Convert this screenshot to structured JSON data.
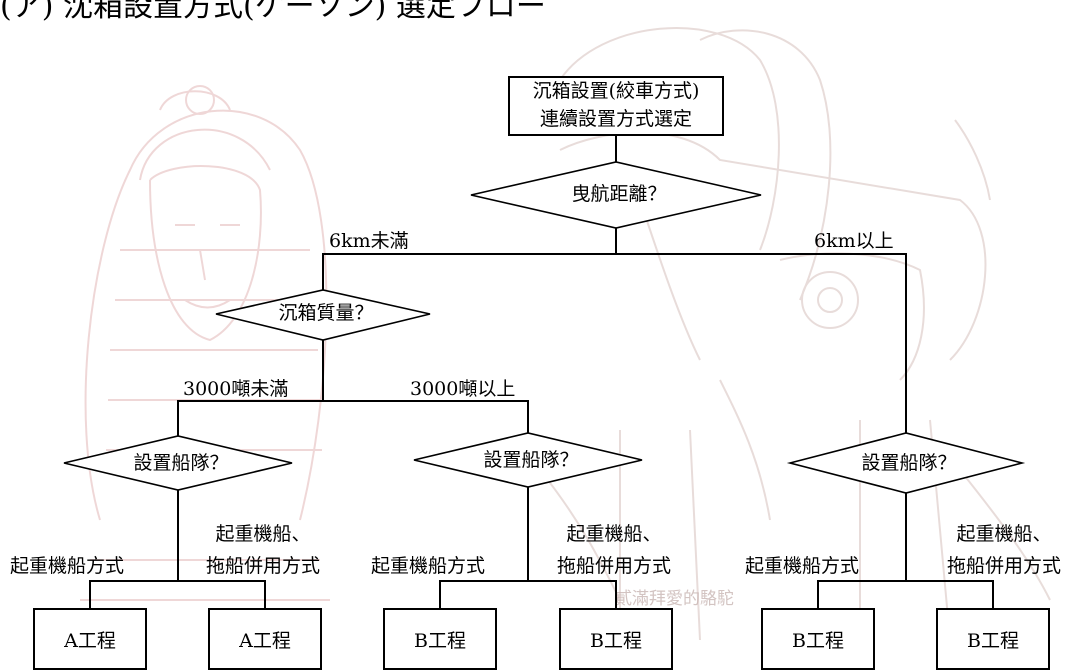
{
  "heading": "(ア) 沈箱設置方式(ケーソン) 選定フロー",
  "watermark": "貳滿拜愛的駱駝",
  "start": {
    "line1": "沉箱設置(絞車方式)",
    "line2": "連續設置方式選定"
  },
  "decisions": {
    "distance": "曳航距離？",
    "mass": "沉箱質量？",
    "fleet_a": "設置船隊？",
    "fleet_b": "設置船隊？",
    "fleet_c": "設置船隊？"
  },
  "branches": {
    "dist_under": "6km未滿",
    "dist_over": "6km以上",
    "mass_under": "3000噸未滿",
    "mass_over": "3000噸以上",
    "crane_a": "起重機船方式",
    "combo_a_1": "起重機船、",
    "combo_a_2": "拖船併用方式",
    "crane_b": "起重機船方式",
    "combo_b_1": "起重機船、",
    "combo_b_2": "拖船併用方式",
    "crane_c": "起重機船方式",
    "combo_c_1": "起重機船、",
    "combo_c_2": "拖船併用方式"
  },
  "results": {
    "r1": "A工程",
    "r2": "A工程",
    "r3": "B工程",
    "r4": "B工程",
    "r5": "B工程",
    "r6": "B工程"
  },
  "colors": {
    "line": "#000000",
    "watermark_pharaoh": "#d8a9a9",
    "watermark_camel": "#dcc8c4"
  }
}
